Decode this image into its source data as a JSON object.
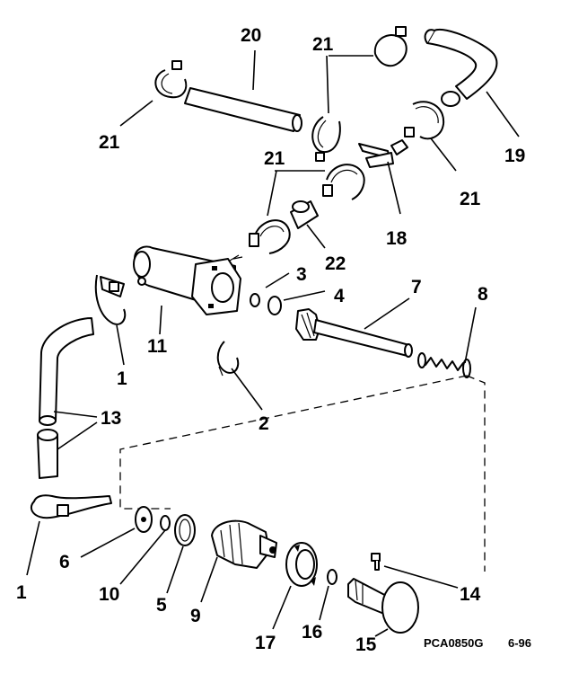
{
  "diagram": {
    "callouts": [
      "20",
      "21",
      "21",
      "21",
      "19",
      "21",
      "21",
      "18",
      "22",
      "3",
      "4",
      "7",
      "8",
      "11",
      "1",
      "13",
      "2",
      "1",
      "6",
      "10",
      "5",
      "9",
      "17",
      "16",
      "15",
      "14"
    ]
  },
  "footer": {
    "code": "PCA0850G",
    "date": "6-96"
  }
}
